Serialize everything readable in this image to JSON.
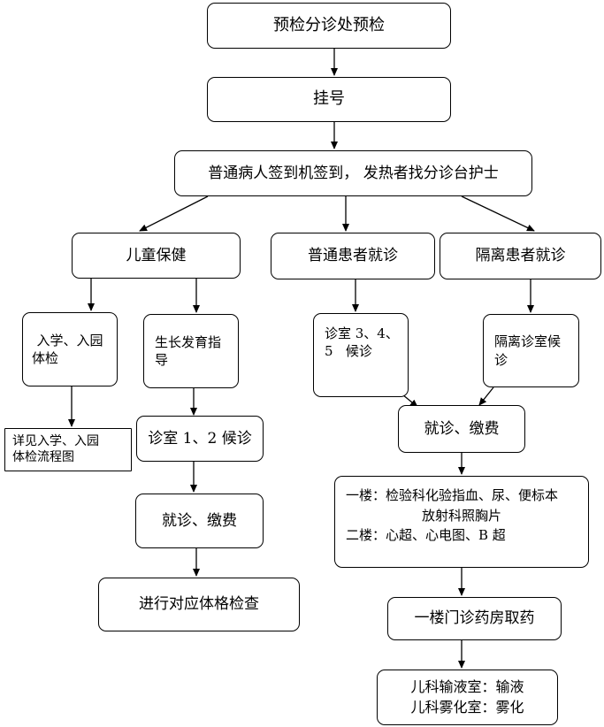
{
  "nodes": {
    "n1": "预检分诊处预检",
    "n2": "挂号",
    "n3": "普通病人签到机签到， 发热者找分诊台护士",
    "n4": "儿童保健",
    "n5": "普通患者就诊",
    "n6": "隔离患者就诊",
    "n7a": "入学、入园",
    "n7b": "体检",
    "n8a": "生长发育指",
    "n8b": "导",
    "n9a": "诊室 3、4、",
    "n9b": "5   候诊",
    "n10a": "隔离诊室候",
    "n10b": "诊",
    "n11a": "详见入学、入园",
    "n11b": "体检流程图",
    "n12": "诊室 1、2 候诊",
    "n13": "就诊、缴费",
    "n14": "进行对应体格检查",
    "n15": "就诊、缴费",
    "n16a": "一楼：检验科化验指血、尿、便标本",
    "n16b": "放射科照胸片",
    "n16c": "二楼：心超、心电图、B 超",
    "n17": "一楼门诊药房取药",
    "n18a": "儿科输液室：输液",
    "n18b": "儿科雾化室：雾化"
  }
}
